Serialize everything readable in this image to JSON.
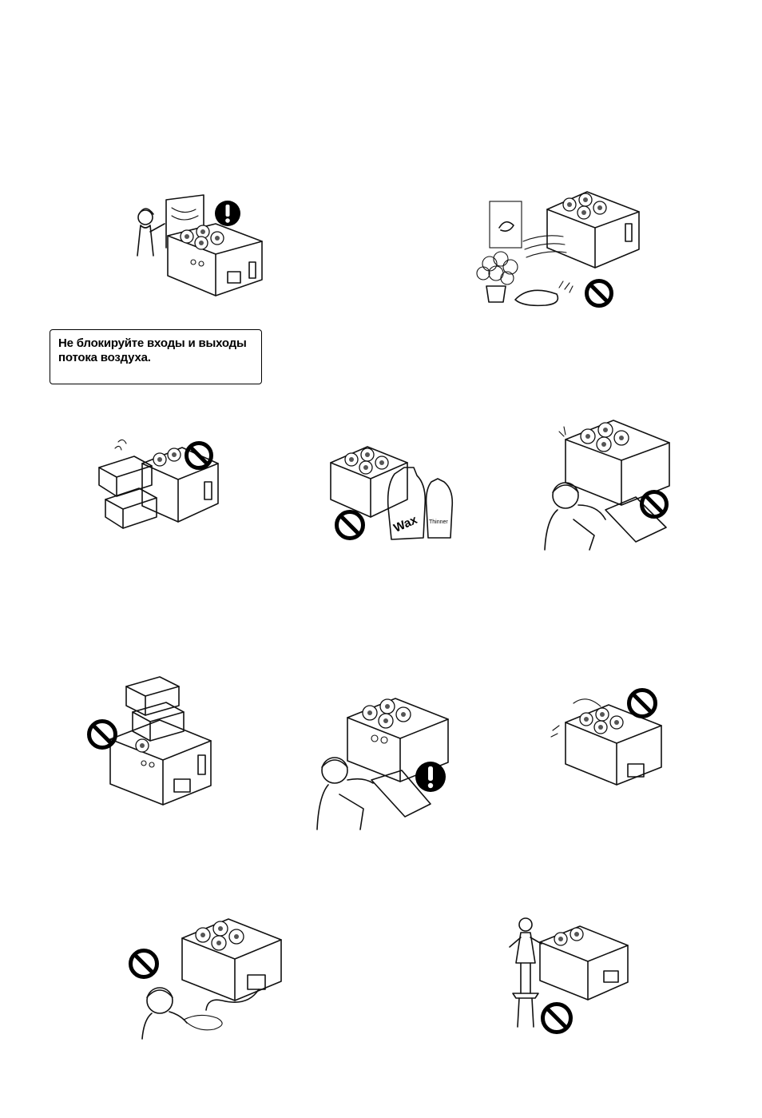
{
  "caption": {
    "text": "Не блокируйте входы и выходы потока воздуха."
  },
  "labels": {
    "wax": "Wax",
    "thinner": "Thinner"
  },
  "icons": {
    "prohibited": "prohibition-icon",
    "warning": "exclamation-icon"
  }
}
